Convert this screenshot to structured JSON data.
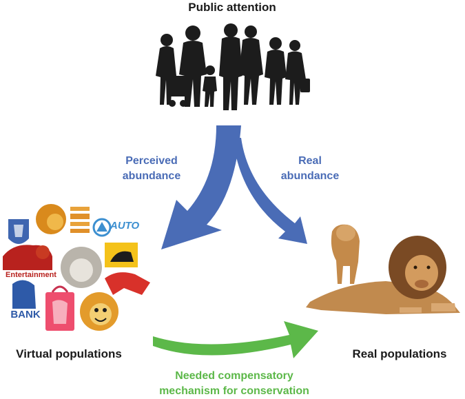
{
  "title": "Public attention",
  "arrows": {
    "perceived_line1": "Perceived",
    "perceived_line2": "abundance",
    "real_line1": "Real",
    "real_line2": "abundance",
    "needed_line1": "Needed compensatory",
    "needed_line2": "mechanism for conservation"
  },
  "left": {
    "caption": "Virtual populations",
    "logo_text_entertainment": "Entertainment",
    "logo_text_bank": "BANK",
    "logo_text_auto": "AUTO"
  },
  "right": {
    "caption": "Real populations"
  },
  "colors": {
    "blue_arrow": "#4a6cb6",
    "green_arrow": "#5cb849",
    "silhouette": "#1c1c1c"
  }
}
